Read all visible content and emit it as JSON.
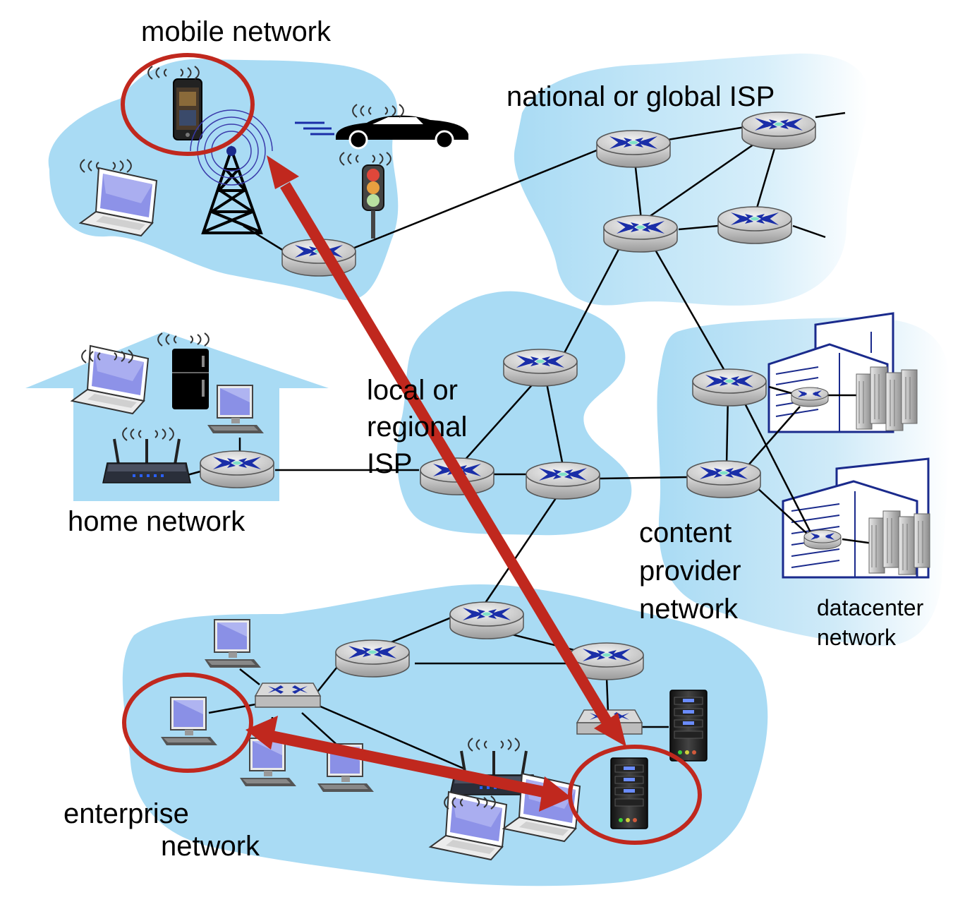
{
  "regions": {
    "mobile": {
      "label": "mobile network"
    },
    "national": {
      "label": "national or global ISP"
    },
    "home": {
      "label": "home network"
    },
    "regional": {
      "label_lines": [
        "local or",
        "regional",
        "ISP"
      ]
    },
    "content": {
      "label_lines": [
        "content",
        "provider",
        "network"
      ]
    },
    "datacenter": {
      "label_lines": [
        "datacenter",
        "network"
      ]
    },
    "enterprise": {
      "label_lines": [
        "enterprise",
        "network"
      ]
    }
  },
  "colors": {
    "region_fill": "#a9dbf4",
    "highlight": "#c0281e",
    "router_body": "#d4d4d4",
    "router_arrow": "#1a2ea8",
    "building_stroke": "#1a2a8c"
  },
  "icons": [
    "router-icon",
    "switch-icon",
    "laptop-icon",
    "desktop-pc-icon",
    "server-icon",
    "smartphone-icon",
    "cell-tower-icon",
    "car-icon",
    "traffic-light-icon",
    "refrigerator-icon",
    "wifi-router-icon",
    "building-icon",
    "server-rack-icon",
    "wireless-signal-icon"
  ]
}
